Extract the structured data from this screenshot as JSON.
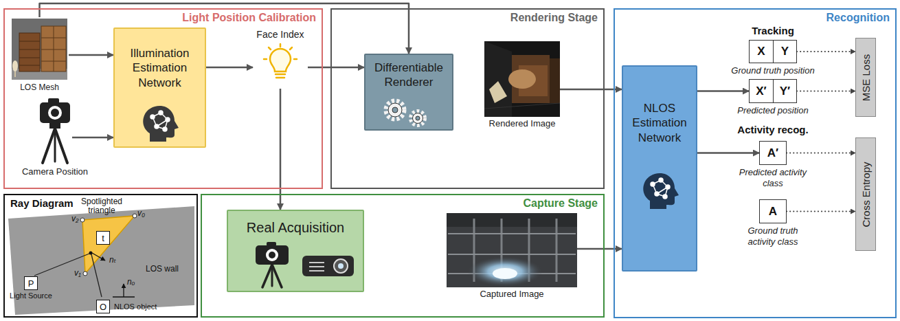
{
  "diagram": {
    "nodes": [
      {
        "text": [
          "Light Position Calibration"
        ]
      },
      {
        "text": [
          "LOS Mesh"
        ],
        "in": 0
      },
      {
        "text": [
          "Camera Position"
        ],
        "in": 0
      },
      {
        "text": [
          "Illumination Estimation Network"
        ],
        "in": 0
      },
      {
        "text": [
          "Face Index"
        ],
        "in": 0
      },
      {
        "text": [
          "Rendering Stage"
        ]
      },
      {
        "text": [
          "Differentiable Renderer"
        ],
        "in": 5
      },
      {
        "text": [
          "Rendered Image"
        ],
        "in": 5
      },
      {
        "text": [
          "Capture Stage"
        ]
      },
      {
        "text": [
          "Real Acquisition"
        ],
        "in": 8
      },
      {
        "text": [
          "Captured Image"
        ],
        "in": 8
      },
      {
        "text": [
          "Recognition"
        ]
      },
      {
        "text": [
          "NLOS Estimation Network"
        ],
        "in": 11
      },
      {
        "text": [
          "X",
          "Y",
          "Ground truth position"
        ],
        "in": 11
      },
      {
        "text": [
          "X′",
          "Y′",
          "Predicted position"
        ],
        "in": 11
      },
      {
        "text": [
          "MSE Loss"
        ],
        "in": 11
      },
      {
        "text": [
          "A′",
          "Predicted activity class"
        ],
        "in": 11
      },
      {
        "text": [
          "A",
          "Ground truth activity class"
        ],
        "in": 11
      },
      {
        "text": [
          "Cross Entropy"
        ],
        "in": 11
      },
      {
        "text": [
          "Ray Diagram"
        ]
      },
      {
        "text": [
          "P",
          "Light Source"
        ],
        "in": 19
      },
      {
        "text": [
          "t"
        ],
        "in": 19
      },
      {
        "text": [
          "O",
          "NLOS object"
        ],
        "in": 19
      }
    ],
    "edges": [
      {
        "from": 1,
        "to": 3,
        "arrow": "to"
      },
      {
        "from": 2,
        "to": 3,
        "arrow": "to"
      },
      {
        "from": 3,
        "to": 4,
        "arrow": "to"
      },
      {
        "from": 1,
        "to": 6,
        "arrow": "to"
      },
      {
        "from": 4,
        "to": 6,
        "arrow": "to"
      },
      {
        "from": 4,
        "to": 9,
        "arrow": "to"
      },
      {
        "from": 7,
        "to": 12,
        "arrow": "to"
      },
      {
        "from": 10,
        "to": 12,
        "arrow": "to"
      },
      {
        "from": 12,
        "to": 14,
        "arrow": "to"
      },
      {
        "from": 12,
        "to": 16,
        "arrow": "to"
      },
      {
        "from": 13,
        "to": 15,
        "arrow": "to"
      },
      {
        "from": 14,
        "to": 15,
        "arrow": "to"
      },
      {
        "from": 16,
        "to": 18,
        "arrow": "to"
      },
      {
        "from": 17,
        "to": 18,
        "arrow": "to"
      }
    ],
    "labels": [
      "Tracking",
      "Activity recog.",
      "Spotlighted triangle",
      "v₂",
      "v₀",
      "v₁",
      "nₜ",
      "LOS wall",
      "nₒ"
    ]
  }
}
